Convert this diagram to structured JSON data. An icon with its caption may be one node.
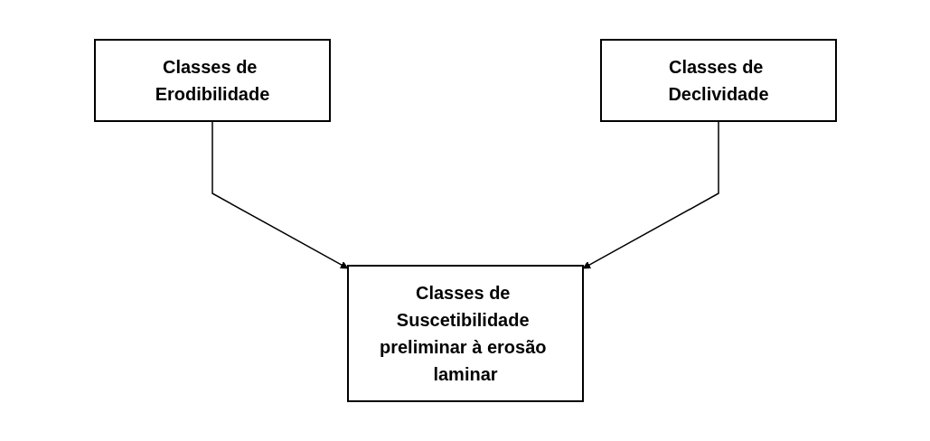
{
  "diagram": {
    "nodes": [
      {
        "text": [
          "Classes de Erodibilidade"
        ]
      },
      {
        "text": [
          "Classes de Declividade"
        ]
      },
      {
        "text": [
          "Classes de Suscetibilidade preliminar à erosão laminar"
        ]
      }
    ],
    "edges": [
      {
        "from": 0,
        "to": 2,
        "arrow": "to"
      },
      {
        "from": 1,
        "to": 2,
        "arrow": "to"
      }
    ]
  }
}
